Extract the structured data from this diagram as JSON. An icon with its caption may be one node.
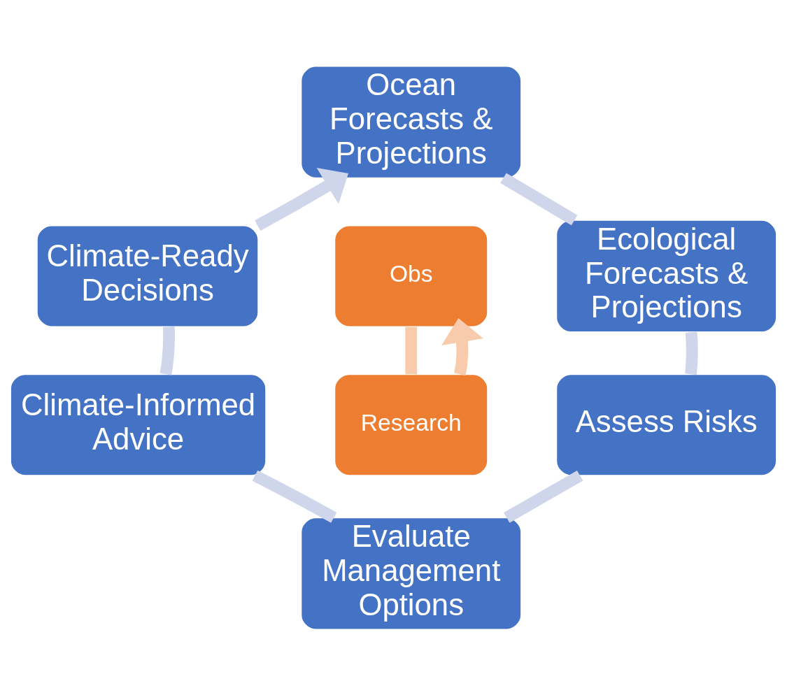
{
  "diagram": {
    "nodes": [
      {
        "text": [
          "Ocean Forecasts & Projections"
        ]
      },
      {
        "text": [
          "Ecological Forecasts & Projections"
        ]
      },
      {
        "text": [
          "Assess Risks"
        ]
      },
      {
        "text": [
          "Evaluate Management Options"
        ]
      },
      {
        "text": [
          "Climate-Informed Advice"
        ]
      },
      {
        "text": [
          "Climate-Ready Decisions"
        ]
      },
      {
        "text": [
          "Obs"
        ]
      },
      {
        "text": [
          "Research"
        ]
      }
    ],
    "edges": [
      {
        "from": 0,
        "to": 1,
        "arrow": "none"
      },
      {
        "from": 1,
        "to": 2,
        "arrow": "none"
      },
      {
        "from": 2,
        "to": 3,
        "arrow": "none"
      },
      {
        "from": 3,
        "to": 4,
        "arrow": "none"
      },
      {
        "from": 4,
        "to": 5,
        "arrow": "none"
      },
      {
        "from": 5,
        "to": 0,
        "arrow": "to"
      },
      {
        "from": 6,
        "to": 7,
        "arrow": "none",
        "color": "#f8cbad"
      },
      {
        "from": 7,
        "to": 6,
        "arrow": "to",
        "color": "#f8cbad"
      }
    ]
  }
}
